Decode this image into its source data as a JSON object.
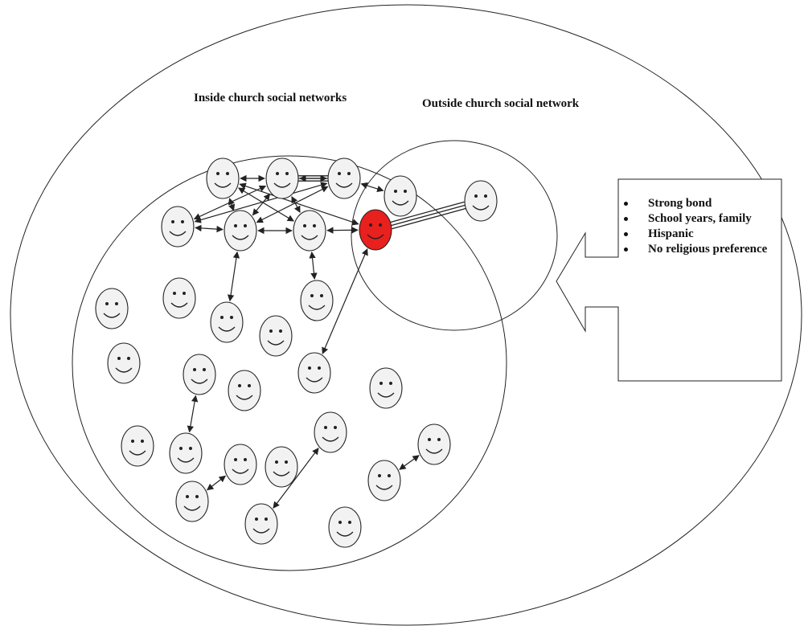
{
  "labels": {
    "inside": "Inside church social networks",
    "outside": "Outside church social network"
  },
  "callout": {
    "items": [
      "Strong bond",
      "School years, family",
      "Hispanic",
      "No religious preference"
    ]
  },
  "colors": {
    "highlight": "#e8201e",
    "face_fill": "#f2f2f2",
    "stroke": "#222222"
  }
}
